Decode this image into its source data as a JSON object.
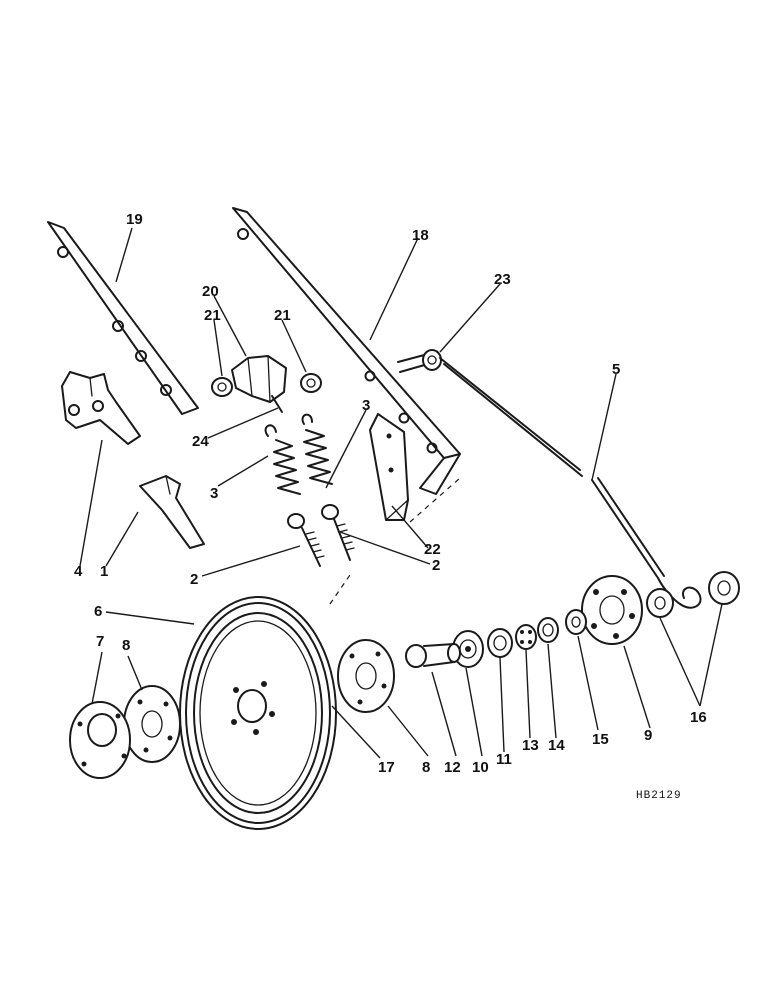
{
  "callouts": {
    "c1": "1",
    "c2a": "2",
    "c2b": "2",
    "c3a": "3",
    "c3b": "3",
    "c4": "4",
    "c5": "5",
    "c6": "6",
    "c7": "7",
    "c8a": "8",
    "c8b": "8",
    "c9": "9",
    "c10": "10",
    "c11": "11",
    "c12": "12",
    "c13": "13",
    "c14": "14",
    "c15": "15",
    "c16": "16",
    "c17": "17",
    "c18": "18",
    "c19": "19",
    "c20": "20",
    "c21a": "21",
    "c21b": "21",
    "c22": "22",
    "c23": "23",
    "c24": "24"
  },
  "drawing_ref": "HB2129"
}
